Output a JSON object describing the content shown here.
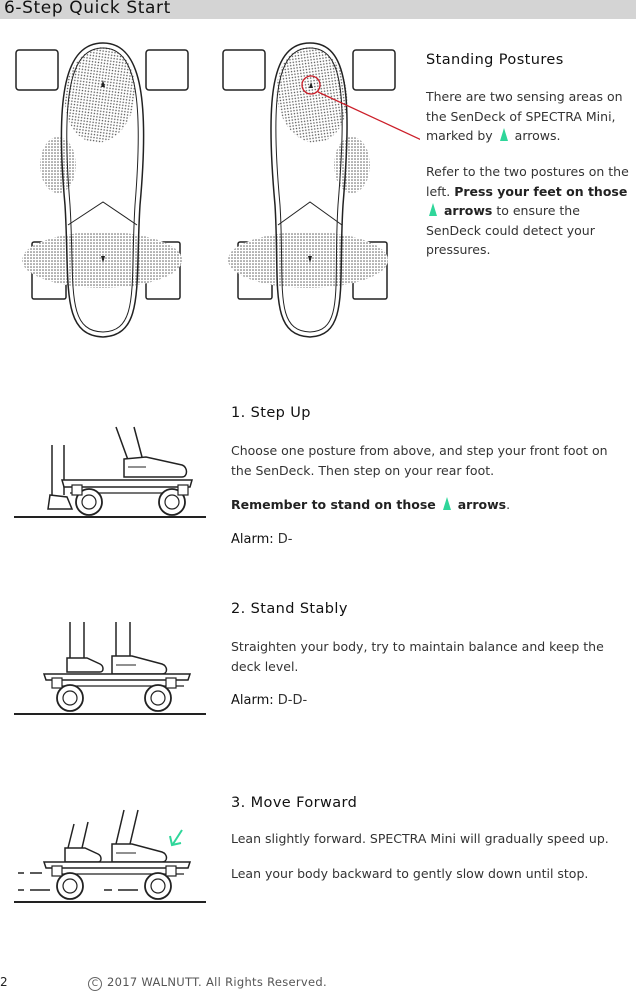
{
  "header": {
    "title": "6-Step Quick Start"
  },
  "postures": {
    "title": "Standing Postures",
    "p1_a": "There are two sensing areas on the SenDeck of SPECTRA Mini, marked by",
    "p1_b": "arrows.",
    "p2_a": "Refer to the two postures on the left.",
    "p2_bold_a": "Press your feet on those",
    "p2_bold_b": "arrows",
    "p2_c": "to ensure the SenDeck could detect your pressures."
  },
  "steps": [
    {
      "title": "1. Step Up",
      "text": "Choose one posture from above, and step your front foot on the SenDeck. Then step on your rear foot.",
      "remember_a": "Remember to stand on those",
      "remember_b": "arrows",
      "remember_c": ".",
      "alarm_label": "Alarm:",
      "alarm_value": "D-"
    },
    {
      "title": "2. Stand Stably",
      "text": "Straighten your body, try to maintain balance and keep the deck level.",
      "alarm_label": "Alarm:",
      "alarm_value": "D-D-"
    },
    {
      "title": "3. Move Forward",
      "text1": "Lean slightly forward. SPECTRA Mini will gradually speed up.",
      "text2": "Lean your body backward to gently slow down until stop."
    }
  ],
  "footer": {
    "page": "2",
    "copyright": "2017 WALNUTT. All Rights Reserved.",
    "copyright_symbol": "C"
  },
  "colors": {
    "accent_arrow": "#2fd69a",
    "highlight_line": "#cc1f2a",
    "header_bg": "#d4d4d4"
  },
  "icons": [
    "foot-outline-left-icon",
    "foot-outline-right-icon",
    "skateboard-step-up-icon",
    "skateboard-stand-icon",
    "skateboard-move-icon",
    "speed-arrow-icon"
  ]
}
